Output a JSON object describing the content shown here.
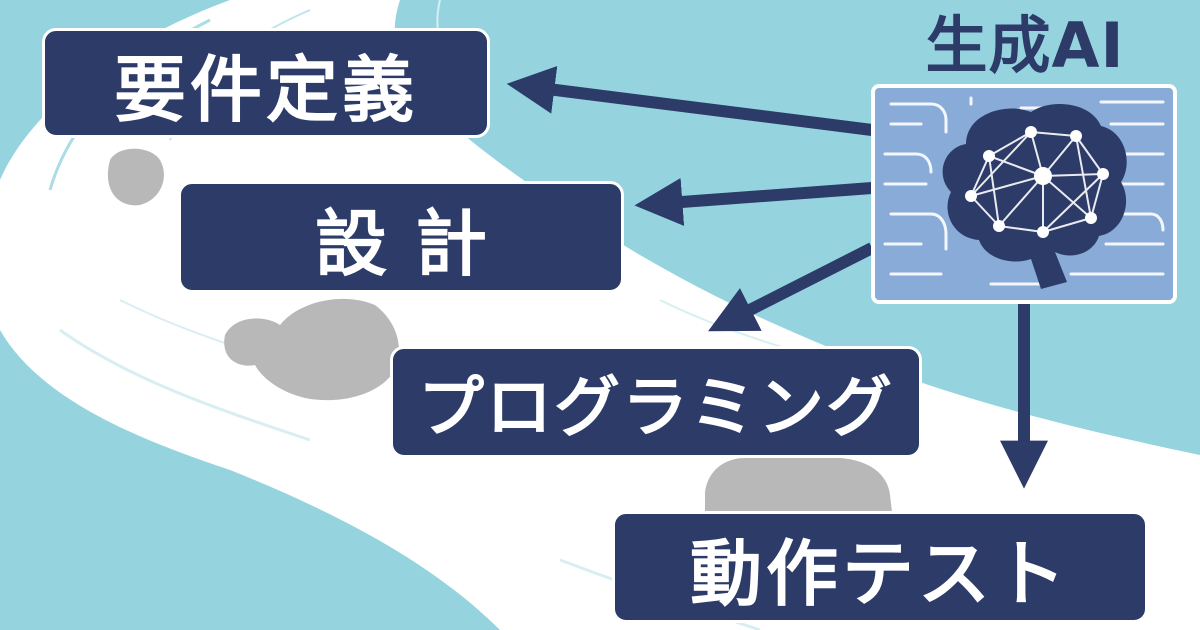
{
  "stages": [
    {
      "id": "requirements",
      "label": "要件定義"
    },
    {
      "id": "design",
      "label": "設計"
    },
    {
      "id": "programming",
      "label": "プログラミング"
    },
    {
      "id": "testing",
      "label": "動作テスト"
    }
  ],
  "ai": {
    "label": "生成AI",
    "icon": "ai-brain-network-icon"
  },
  "colors": {
    "background": "#95d4df",
    "box": "#2c3b68",
    "text": "#ffffff",
    "arrow": "#2c3b68",
    "panel": "#89abd8",
    "road": "#ffffff",
    "rock": "#b8b8b8"
  }
}
